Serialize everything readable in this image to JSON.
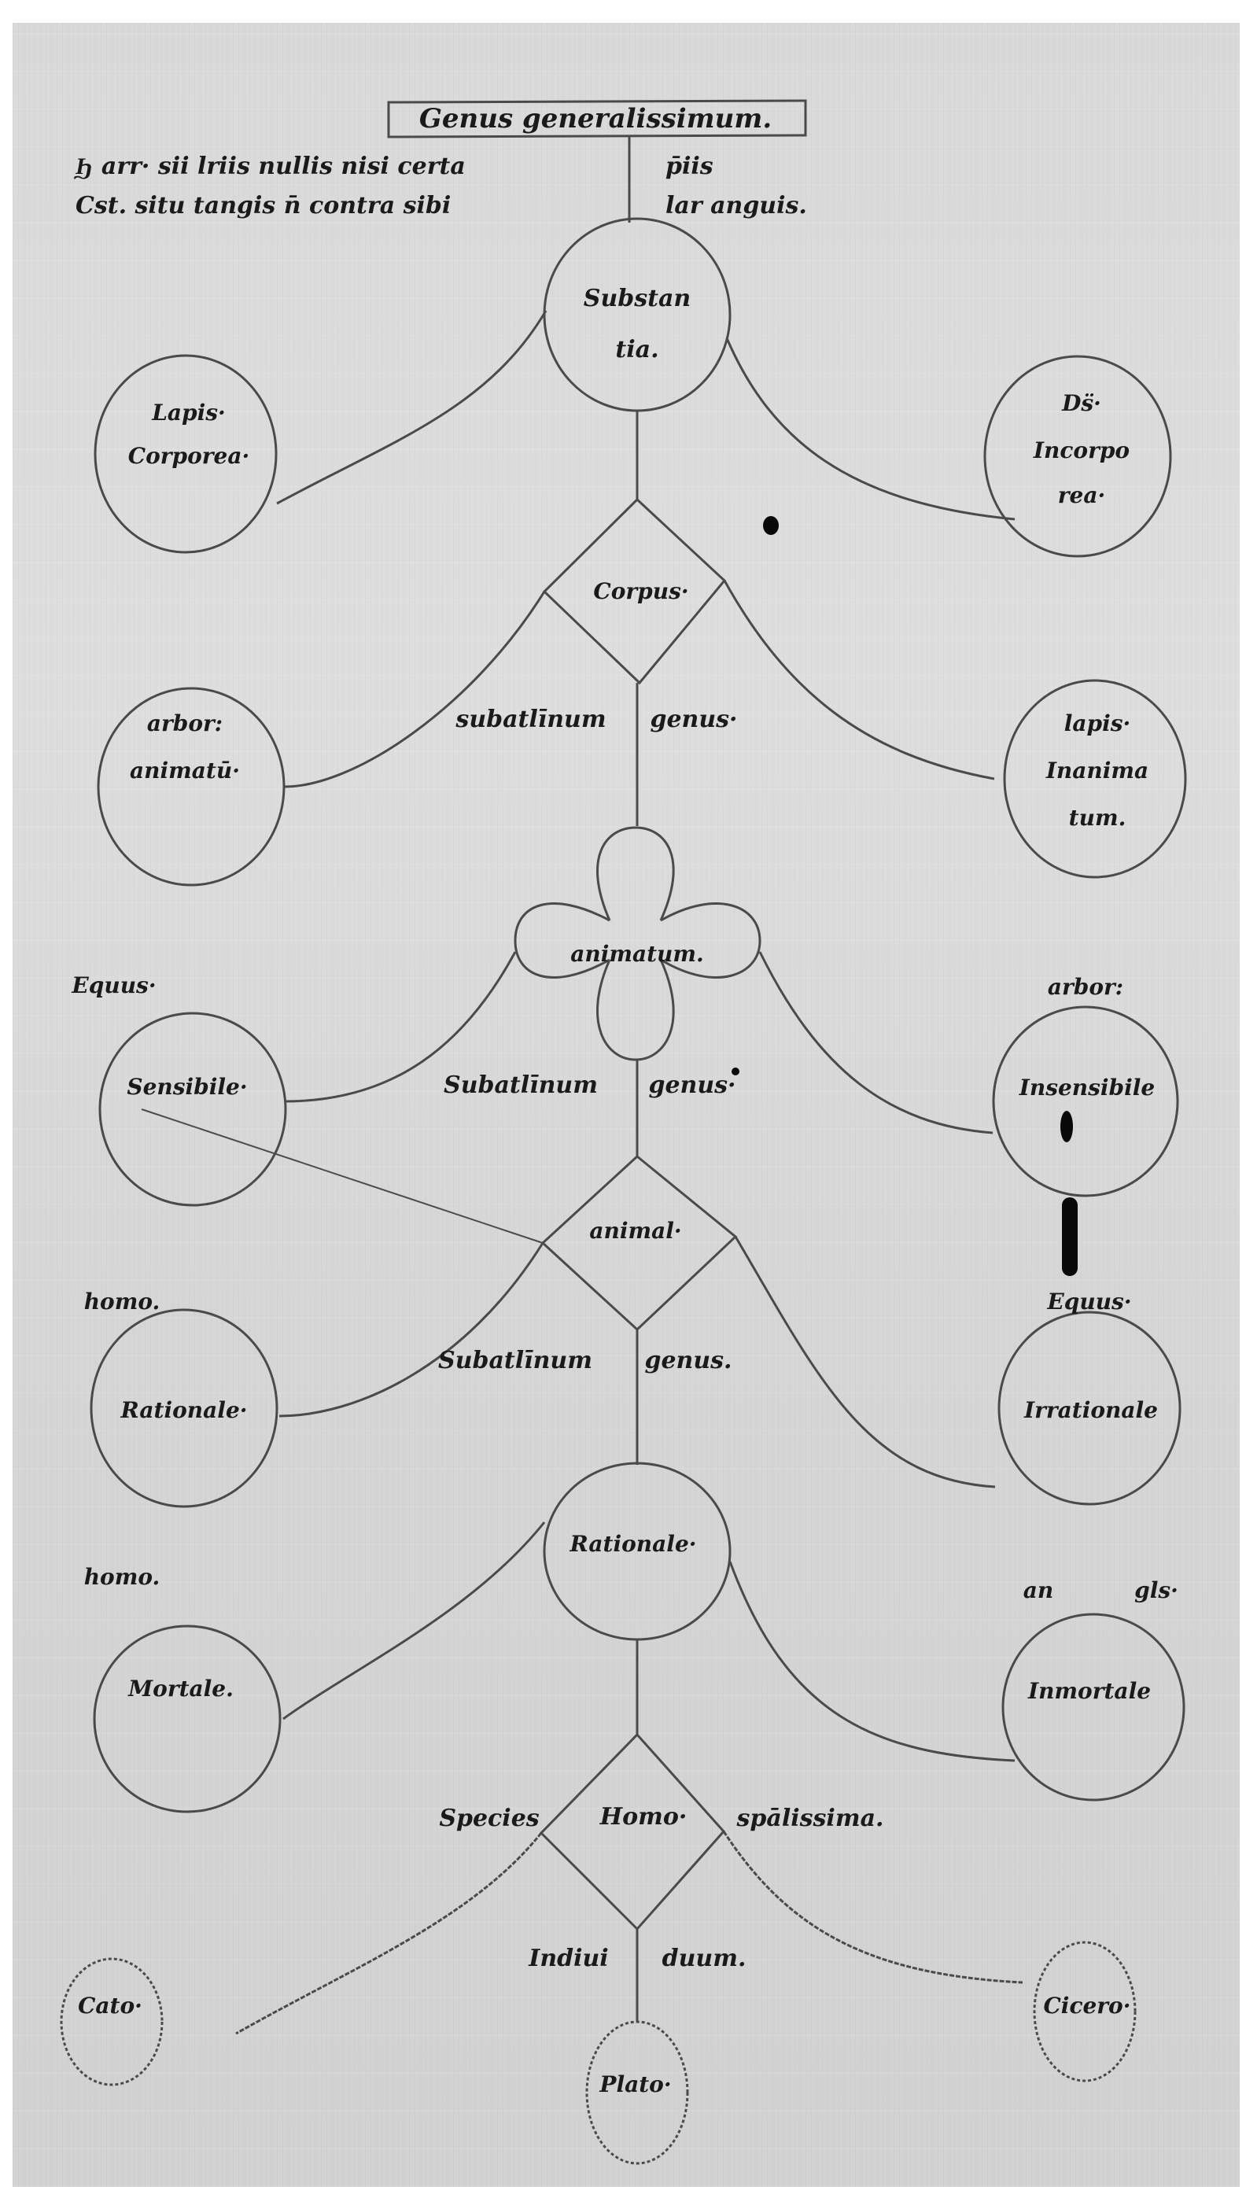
{
  "manuscript": {
    "title": "Genus generalissimum.",
    "gloss_left": [
      "Ϧ arr· sii lriis nullis nisi certa",
      "Cst.  situ tangis n̄ contra sibi"
    ],
    "gloss_right": [
      "p̄iis",
      "lar anguis."
    ]
  },
  "tree": {
    "levels": [
      {
        "center": {
          "label_lines": [
            "Substan",
            "tia."
          ],
          "shape": "circle"
        },
        "left": {
          "example": "",
          "label_lines": [
            "Lapis·",
            "Corporea·"
          ]
        },
        "right": {
          "example": "",
          "label_lines": [
            "Ds̈·",
            "Incorpo",
            "rea·"
          ]
        },
        "caption_left": "",
        "caption_right": ""
      },
      {
        "center": {
          "label_lines": [
            "Corpus·"
          ],
          "shape": "diamond"
        },
        "left": {
          "example": "",
          "label_lines": [
            "arbor:",
            "animatū·"
          ]
        },
        "right": {
          "example": "",
          "label_lines": [
            "lapis·",
            "Inanima",
            "tum."
          ]
        },
        "caption_left": "subatlīnum",
        "caption_right": "genus·"
      },
      {
        "center": {
          "label_lines": [
            "animatum."
          ],
          "shape": "quatrefoil"
        },
        "left": {
          "example": "Equus·",
          "label_lines": [
            "Sensibile·"
          ]
        },
        "right": {
          "example": "arbor:",
          "label_lines": [
            "Insensibile"
          ]
        },
        "caption_left": "Subatlīnum",
        "caption_right": "genus·"
      },
      {
        "center": {
          "label_lines": [
            "animal·"
          ],
          "shape": "diamond"
        },
        "left": {
          "example": "homo.",
          "label_lines": [
            "Rationale·"
          ]
        },
        "right": {
          "example": "Equus·",
          "label_lines": [
            "Irrationale"
          ]
        },
        "caption_left": "Subatlīnum",
        "caption_right": "genus."
      },
      {
        "center": {
          "label_lines": [
            "Rationale·"
          ],
          "shape": "circle"
        },
        "left": {
          "example": "homo.",
          "label_lines": [
            "Mortale."
          ]
        },
        "right": {
          "example_a": "an",
          "example_b": "gls·",
          "label_lines": [
            "Inmortale"
          ]
        },
        "caption_left": "",
        "caption_right": ""
      },
      {
        "center": {
          "label_lines": [
            "Homo·"
          ],
          "shape": "diamond"
        },
        "caption_left": "Species",
        "caption_right": "spālissima."
      }
    ],
    "individuals": {
      "caption_left": "Indiui",
      "caption_right": "duum.",
      "left": "Cato·",
      "center": "Plato·",
      "right": "Cicero·"
    }
  },
  "colors": {
    "parchment": "#d9d9d9",
    "ink": "#4a4a4a",
    "text": "#1a1a1a",
    "blot": "#0a0a0a"
  }
}
